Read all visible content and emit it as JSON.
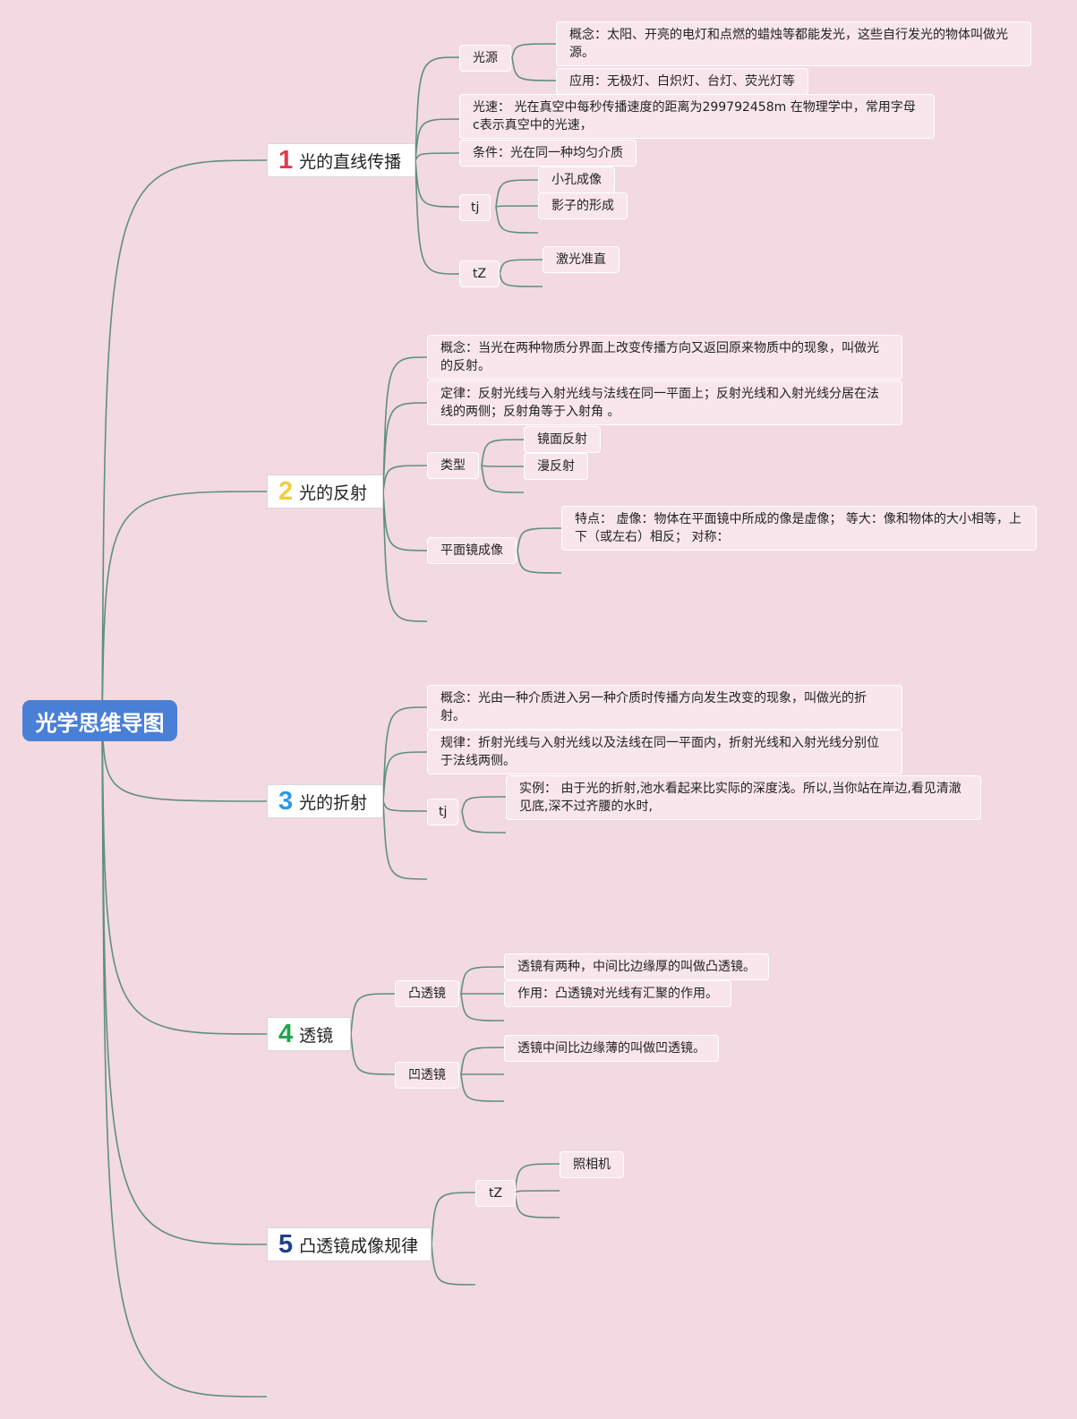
{
  "root": {
    "label": "光学思维导图"
  },
  "branches": [
    {
      "num": "1",
      "label": "光的直线传播",
      "color": "#e33a4b"
    },
    {
      "num": "2",
      "label": "光的反射",
      "color": "#f1cd3a"
    },
    {
      "num": "3",
      "label": "光的折射",
      "color": "#2a9ae8"
    },
    {
      "num": "4",
      "label": "透镜",
      "color": "#21a34a"
    },
    {
      "num": "5",
      "label": "凸透镜成像规律",
      "color": "#203f8c"
    }
  ],
  "b1": {
    "guangyuan": "光源",
    "gy_concept": "概念：太阳、开亮的电灯和点燃的蜡烛等都能发光，这些自行发光的物体叫做光源。",
    "gy_apply": "应用：无极灯、白炽灯、台灯、荧光灯等",
    "speed": "光速： 光在真空中每秒传播速度的距离为299792458m 在物理学中，常用字母c表示真空中的光速，",
    "condition": "条件：光在同一种均匀介质",
    "tj": "tj",
    "pinhole": "小孔成像",
    "shadow": "影子的形成",
    "tz": "tZ",
    "laser": "激光准直"
  },
  "b2": {
    "concept": "概念：当光在两种物质分界面上改变传播方向又返回原来物质中的现象，叫做光的反射。",
    "law": "定律：反射光线与入射光线与法线在同一平面上；反射光线和入射光线分居在法线的两侧；反射角等于入射角 。",
    "types": "类型",
    "specular": "镜面反射",
    "diffuse": "漫反射",
    "mirror": "平面镜成像",
    "features": "特点： 虚像：物体在平面镜中所成的像是虚像； 等大：像和物体的大小相等，上下（或左右）相反； 对称："
  },
  "b3": {
    "concept": "概念：光由一种介质进入另一种介质时传播方向发生改变的现象，叫做光的折射。",
    "law": "规律：折射光线与入射光线以及法线在同一平面内，折射光线和入射光线分别位于法线两侧。",
    "tj": "tj",
    "example": "实例： 由于光的折射,池水看起来比实际的深度浅。所以,当你站在岸边,看见清澈见底,深不过齐腰的水时,"
  },
  "b4": {
    "convex": "凸透镜",
    "convex_def": "透镜有两种，中间比边缘厚的叫做凸透镜。",
    "convex_use": "作用：凸透镜对光线有汇聚的作用。",
    "concave": "凹透镜",
    "concave_def": "透镜中间比边缘薄的叫做凹透镜。"
  },
  "b5": {
    "tz": "tZ",
    "camera": "照相机"
  },
  "colors": {
    "background": "#f3d9e1",
    "root": "#4a7fd6",
    "link": "#5f8f80",
    "node_border": "#ffffff"
  }
}
